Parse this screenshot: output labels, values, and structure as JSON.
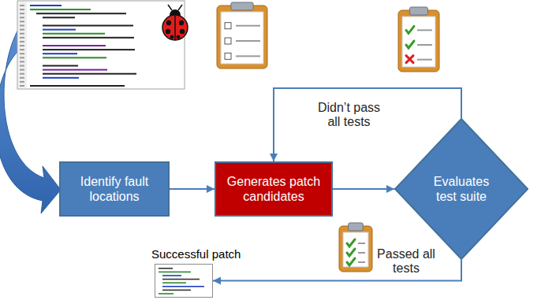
{
  "diagram": {
    "nodes": [
      {
        "text": [
          "Identify fault locations"
        ]
      },
      {
        "text": [
          "Generates patch candidates"
        ]
      },
      {
        "text": [
          "Evaluates test suite"
        ]
      },
      {
        "text": [
          "Successful patch"
        ]
      }
    ],
    "edges": [
      {
        "from": 0,
        "to": 1,
        "arrow": "to"
      },
      {
        "from": 1,
        "to": 2,
        "arrow": "to"
      },
      {
        "from": 2,
        "to": 1,
        "label": "Didn’t pass all tests",
        "arrow": "to"
      },
      {
        "from": 2,
        "to": 3,
        "label": "Passed all tests",
        "arrow": "to"
      }
    ]
  }
}
